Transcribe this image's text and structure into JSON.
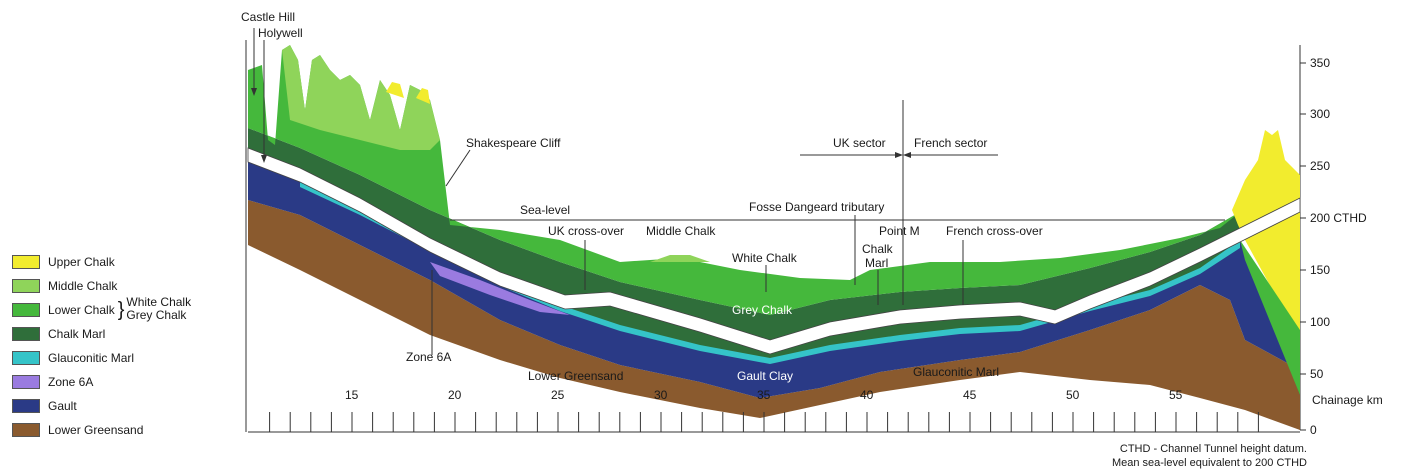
{
  "places": {
    "castle_hill": "Castle Hill",
    "holywell": "Holywell",
    "shakespeare_cliff": "Shakespeare Cliff"
  },
  "annotations": {
    "sea_level": "Sea-level",
    "uk_sector": "UK sector",
    "french_sector": "French sector",
    "fosse": "Fosse Dangeard tributary",
    "uk_crossover": "UK cross-over",
    "middle_chalk": "Middle Chalk",
    "white_chalk": "White Chalk",
    "chalk_marl_1": "Chalk",
    "chalk_marl_2": "Marl",
    "point_m": "Point M",
    "french_crossover": "French cross-over",
    "grey_chalk": "Grey Chalk",
    "zone_6a": "Zone 6A",
    "lower_greensand": "Lower Greensand",
    "gault_clay": "Gault Clay",
    "glauconitic_marl": "Glauconitic Marl"
  },
  "x_axis": {
    "label": "Chainage km",
    "ticks": [
      "15",
      "20",
      "25",
      "30",
      "35",
      "40",
      "45",
      "50",
      "55"
    ]
  },
  "y_axis": {
    "ticks": [
      "350",
      "300",
      "250",
      "200 CTHD",
      "150",
      "100",
      "50",
      "0"
    ]
  },
  "legend": {
    "items": [
      {
        "label": "Upper Chalk",
        "color": "#f2ec2e"
      },
      {
        "label": "Middle Chalk",
        "color": "#8fd45a"
      },
      {
        "label": "Lower Chalk",
        "color": "#45b83c"
      },
      {
        "label": "Chalk Marl",
        "color": "#2f6e3a"
      },
      {
        "label": "Glauconitic Marl",
        "color": "#35c4c8"
      },
      {
        "label": "Zone 6A",
        "color": "#9a7be0"
      },
      {
        "label": "Gault",
        "color": "#2a3a86"
      },
      {
        "label": "Lower Greensand",
        "color": "#8a5a2e"
      }
    ],
    "brace_white": "White Chalk",
    "brace_grey": "Grey Chalk"
  },
  "footnote": {
    "line1": "CTHD - Channel Tunnel height datum.",
    "line2": "Mean sea-level equivalent to 200 CTHD"
  }
}
